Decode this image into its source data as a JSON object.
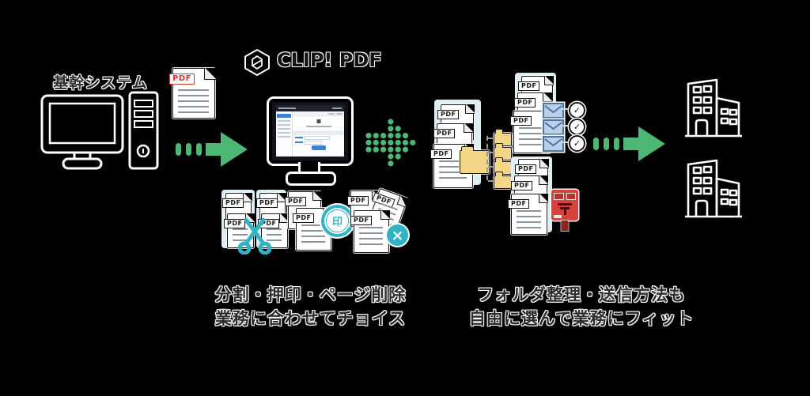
{
  "scene": {
    "background": "#000000",
    "description_domain": "workflow-diagram"
  },
  "source": {
    "label": "基幹システム"
  },
  "app": {
    "logo_text": "CLIP! PDF"
  },
  "labels": {
    "pdf": "PDF",
    "stamp_kanji": "印"
  },
  "glyphs": {
    "check": "✓",
    "x": "×",
    "postal_mark": "〒"
  },
  "captions": {
    "process_line1": "分割・押印・ページ削除",
    "process_line2": "業務に合わせてチョイス",
    "delivery_line1": "フォルダ整理・送信方法も",
    "delivery_line2": "自由に選んで業務にフィット"
  },
  "colors": {
    "green": "#4db874",
    "teal": "#2eb4c4",
    "teal_card": "#dfeef0",
    "folder_yellow": "#f3d688",
    "envelope_blue": "#b9d0ec",
    "postbox_red": "#d8423c",
    "pdf_label_red": "#d63a2f",
    "app_accent_blue": "#3e7fd0"
  },
  "dot_arrow_rows": [
    [
      3
    ],
    [
      3,
      4
    ],
    [
      0,
      1,
      2,
      3,
      4,
      5
    ],
    [
      0,
      1,
      2,
      3,
      4,
      5,
      6
    ],
    [
      0,
      1,
      2,
      3,
      4,
      5
    ],
    [
      3,
      4
    ],
    [
      3
    ]
  ]
}
